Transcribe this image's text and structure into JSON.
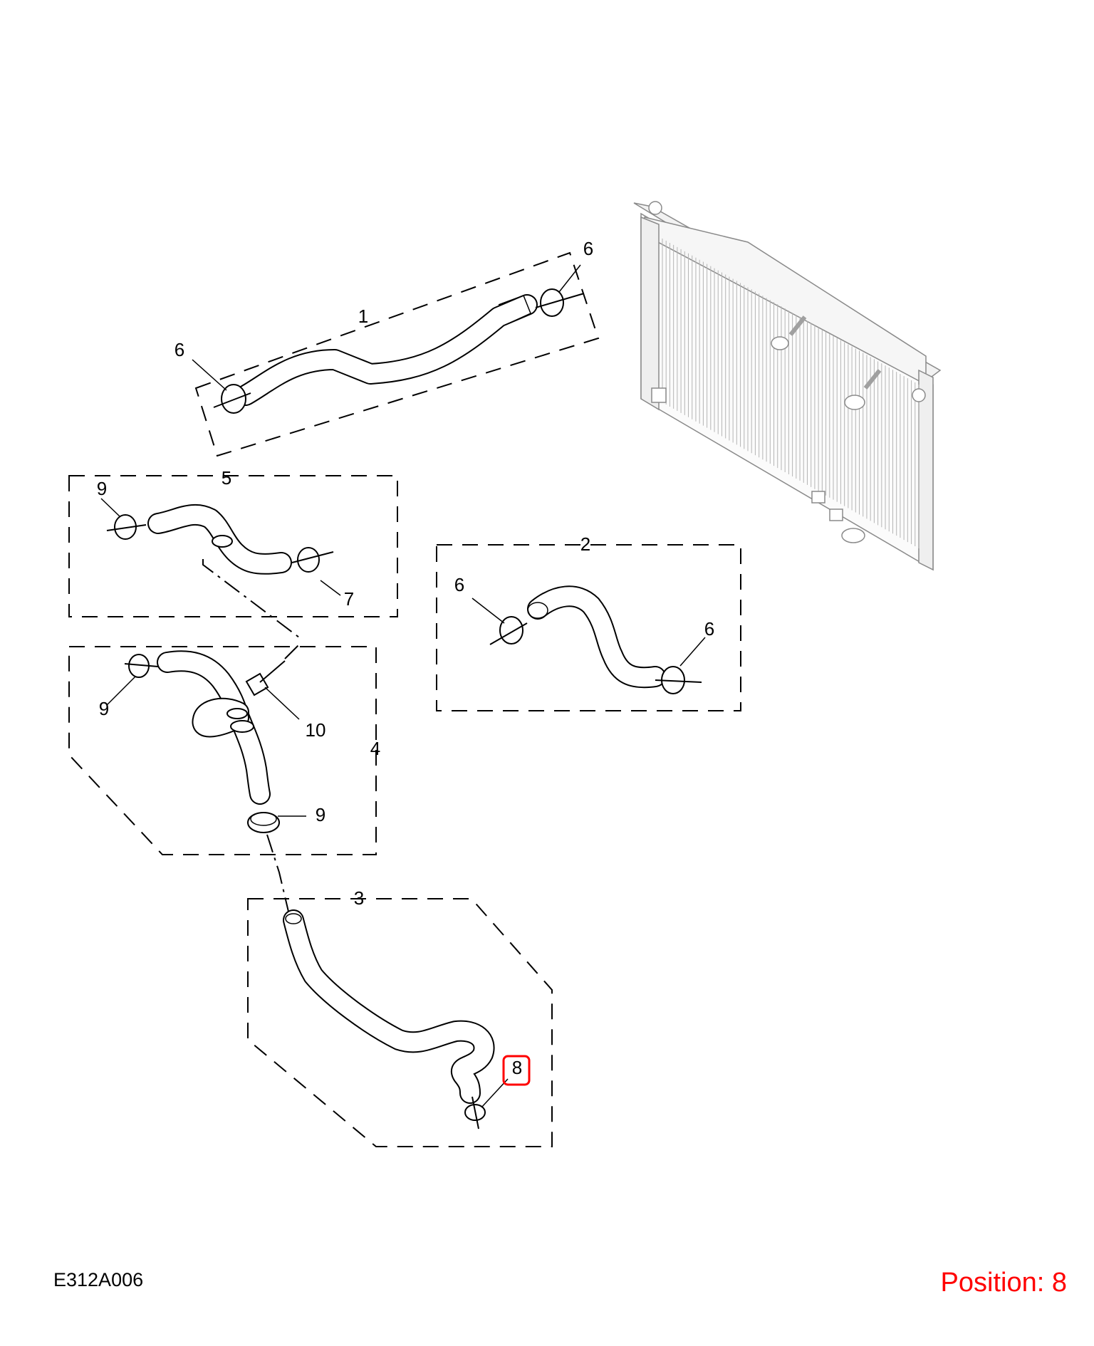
{
  "callouts": {
    "c1": "1",
    "c2": "2",
    "c3": "3",
    "c4": "4",
    "c5": "5",
    "c6a": "6",
    "c6b": "6",
    "c6c": "6",
    "c6d": "6",
    "c7": "7",
    "c8": "8",
    "c9a": "9",
    "c9b": "9",
    "c9c": "9",
    "c10": "10"
  },
  "footer": {
    "code": "E312A006",
    "position": "Position: 8"
  },
  "highlight": {
    "target": "8",
    "color": "#ff0000"
  },
  "colors": {
    "line": "#000000",
    "highlight": "#ff0000",
    "radiator_line": "#9a9a9a"
  }
}
